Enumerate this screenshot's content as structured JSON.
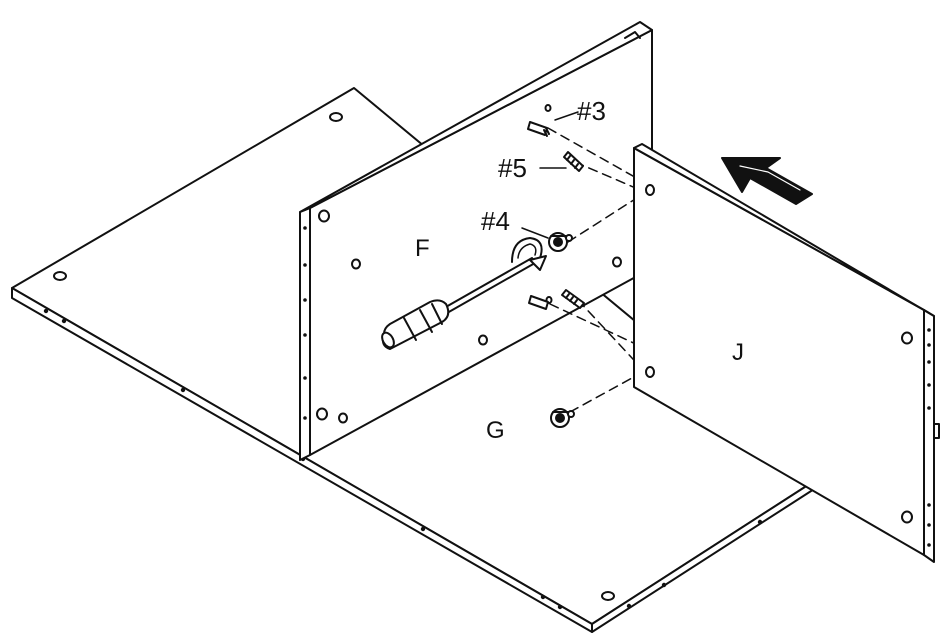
{
  "diagram": {
    "panels": {
      "base": "G",
      "upright": "F",
      "side": "J"
    },
    "hardware": {
      "dowel": "#3",
      "cam_bolt": "#5",
      "cam_lock": "#4"
    },
    "tools": [
      "screwdriver-icon",
      "rotate-arrow-icon",
      "direction-arrow-icon"
    ]
  }
}
